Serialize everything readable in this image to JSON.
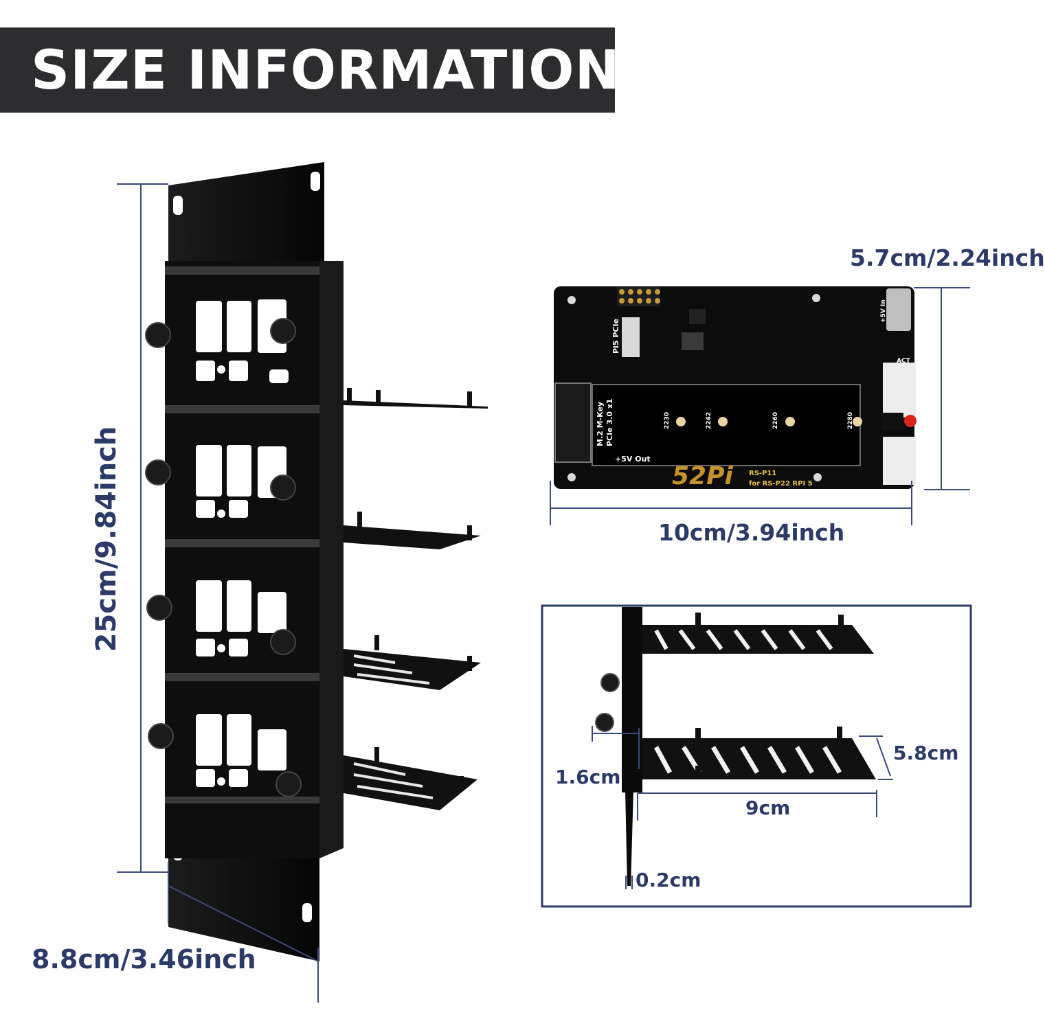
{
  "header": {
    "title": "SIZE INFORMATION"
  },
  "dimensions": {
    "rack_height": "25cm/9.84inch",
    "rack_width": "8.8cm/3.46inch",
    "board_height": "5.7cm/2.24inch",
    "board_width": "10cm/3.94inch",
    "shelf_gap": "1.6cm",
    "shelf_width": "5.8cm",
    "shelf_length": "9cm",
    "plate_thickness": "0.2cm"
  },
  "board": {
    "brand": "52Pi",
    "model": "RS-P11",
    "compat": "for RS-P22 RPI 5",
    "slot_label": "M.2 M-Key",
    "slot_sub": "PCIe 3.0 x1",
    "pcie_label": "Pi5 PCIe",
    "power_out": "+5V Out",
    "power_in": "+5V In",
    "act": "ACT",
    "sizes": [
      "2230",
      "2242",
      "2260",
      "2280"
    ]
  },
  "colors": {
    "banner": "#2d2d2f",
    "dimension_text": "#2b3a67",
    "dimension_line": "#3a4a7a",
    "metal": "#111111",
    "pcb_silk": "#e8c24a"
  }
}
